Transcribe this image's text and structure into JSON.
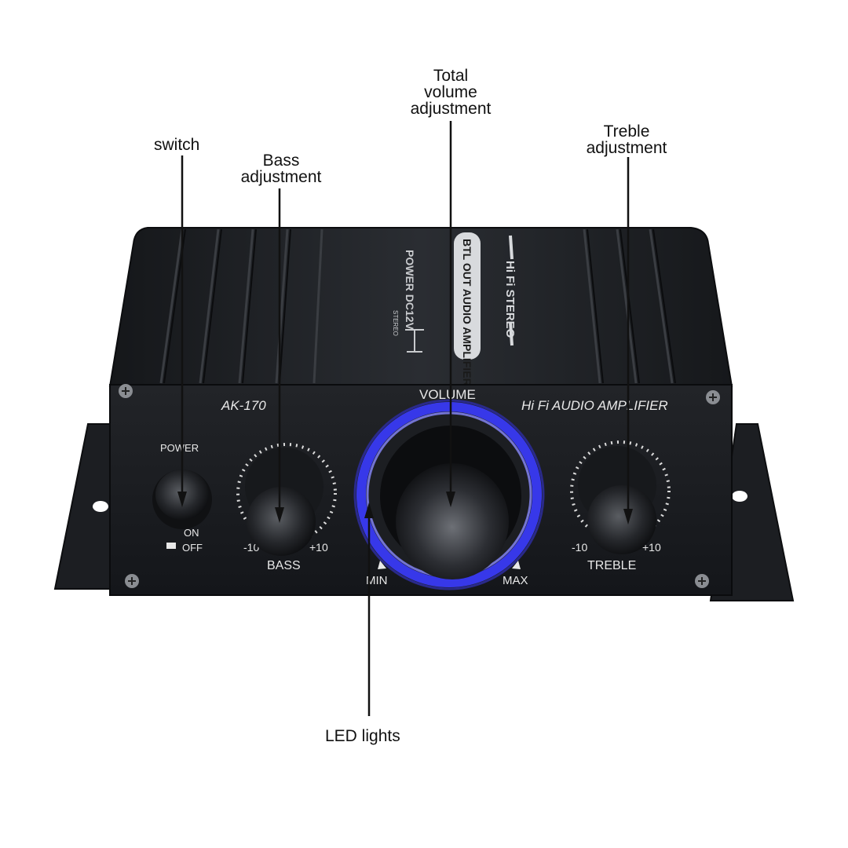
{
  "callouts": {
    "switch": "switch",
    "bass_line1": "Bass",
    "bass_line2": "adjustment",
    "volume_line1": "Total",
    "volume_line2": "volume",
    "volume_line3": "adjustment",
    "treble_line1": "Treble",
    "treble_line2": "adjustment",
    "led": "LED lights"
  },
  "panel": {
    "model": "AK-170",
    "brand_right": "Hi Fi AUDIO AMPLIFIER",
    "volume": "VOLUME",
    "power": "POWER",
    "on": "ON",
    "off": "OFF",
    "bass": "BASS",
    "treble": "TREBLE",
    "min": "MIN",
    "max": "MAX",
    "bass_minus": "-10",
    "bass_plus": "+10",
    "treble_minus": "-10",
    "treble_plus": "+10"
  },
  "top": {
    "hifi_stereo": "Hi Fi STEREO",
    "btl": "BTL OUT AUDIO AMPLIFIER",
    "power_dc": "POWER DC12V",
    "stereo": "STEREO"
  },
  "colors": {
    "led_ring": "#3b3bff",
    "chassis": "#1b1d21"
  }
}
